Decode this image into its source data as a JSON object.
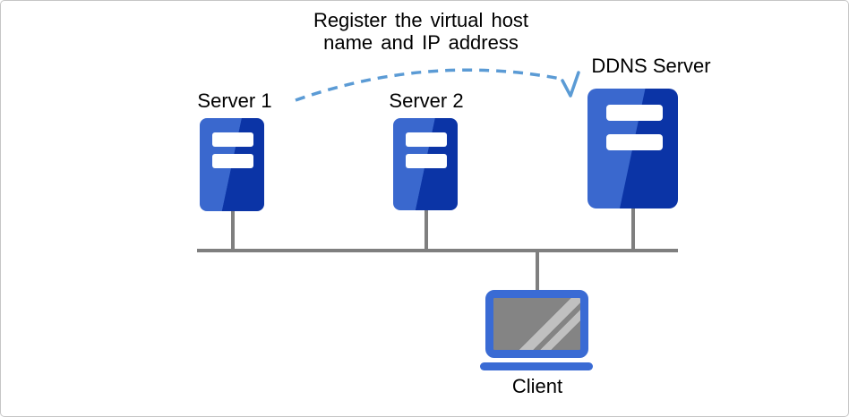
{
  "colors": {
    "server-light": "#3A68CE",
    "server-dark": "#0B34A6",
    "laptop-blue": "#3A6BD4",
    "line-gray": "#7F7F7F",
    "arrow-blue": "#5B9BD5",
    "screen-gray": "#848484",
    "glare-gray": "#C0C0C0",
    "text": "#000000",
    "frame-border": "#C6C6C6"
  },
  "annotation": {
    "line1": "Register the virtual host",
    "line2": "name and IP address"
  },
  "nodes": {
    "server1": {
      "label": "Server 1",
      "icon": "server-icon"
    },
    "server2": {
      "label": "Server 2",
      "icon": "server-icon"
    },
    "ddns": {
      "label": "DDNS Server",
      "icon": "server-icon"
    },
    "client": {
      "label": "Client",
      "icon": "laptop-icon"
    }
  },
  "connections": {
    "bus": "network-bus-line",
    "arrow": "dashed-register-arrow from Server 1 to DDNS Server"
  }
}
